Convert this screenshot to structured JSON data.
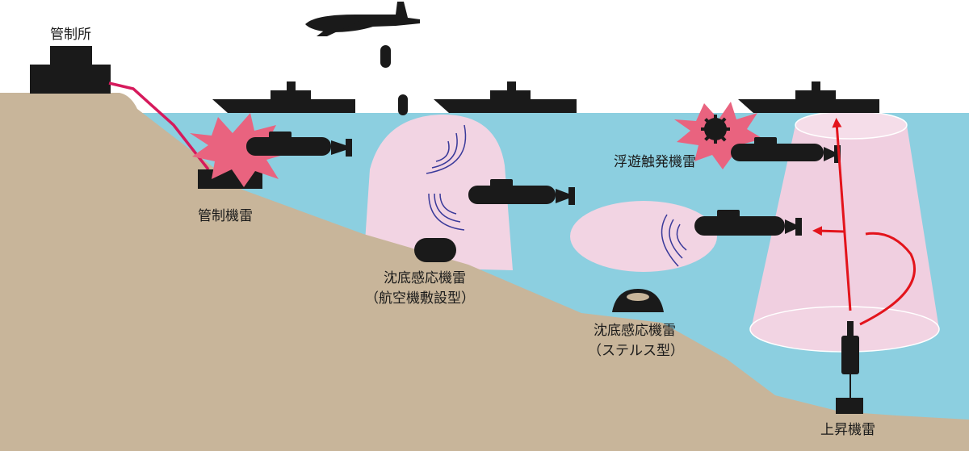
{
  "labels": {
    "control_station": "管制所",
    "controlled_mine": "管制機雷",
    "bottom_influence_mine_air": "沈底感応機雷",
    "air_laid_type": "（航空機敷設型）",
    "floating_contact_mine": "浮遊触発機雷",
    "bottom_influence_mine_stealth": "沈底感応機雷",
    "stealth_type": "（ステルス型）",
    "rising_mine": "上昇機雷"
  },
  "colors": {
    "sea": "#8ccfe0",
    "seabed": "#c8b59a",
    "influence_zone": "#f2d4e3",
    "explosion": "#e9637f",
    "cable": "#d61a5c",
    "arrow": "#e3141c",
    "silhouette": "#1a1a1a"
  }
}
